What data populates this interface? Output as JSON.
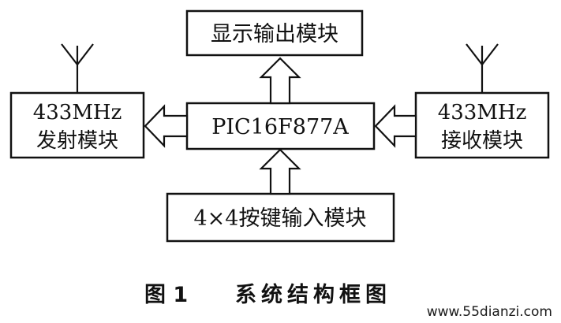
{
  "diagram": {
    "display_module": "显示输出模块",
    "mcu": "PIC16F877A",
    "tx_module": {
      "line1": "433MHz",
      "line2": "发射模块"
    },
    "rx_module": {
      "line1": "433MHz",
      "line2": "接收模块"
    },
    "keypad_module": "4×4按键输入模块",
    "caption": {
      "figure_no": "图 1",
      "title": "系统结构框图"
    },
    "watermark": "www.55dianzi.com"
  }
}
